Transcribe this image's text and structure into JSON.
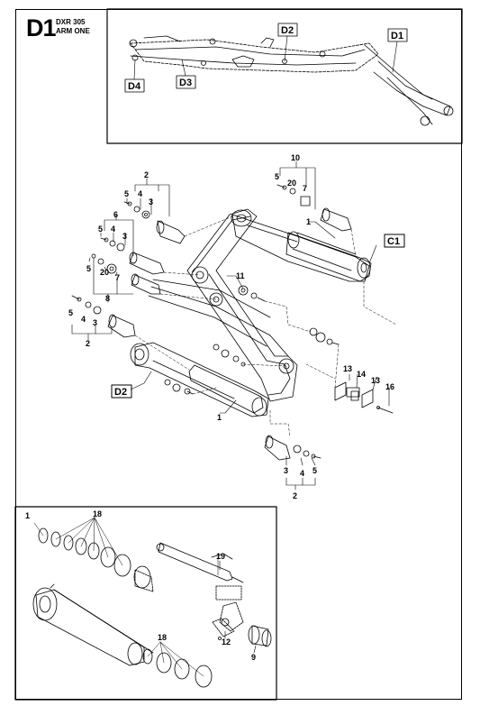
{
  "page": {
    "code": "D1",
    "model": "DXR 305",
    "section": "ARM ONE"
  },
  "overview_callouts": [
    "D1",
    "D2",
    "D3",
    "D4"
  ],
  "main_callouts": {
    "c1": "C1",
    "d2": "D2"
  },
  "main_labels": {
    "l2_top": "2",
    "l5_a": "5",
    "l4_a": "4",
    "l3_a": "3",
    "l6": "6",
    "l5_b": "5",
    "l4_b": "4",
    "l3_b": "3",
    "l5_c": "5",
    "l20_a": "20",
    "l7_a": "7",
    "l8": "8",
    "l5_d": "5",
    "l4_d": "4",
    "l3_d": "3",
    "l2_left": "2",
    "l10": "10",
    "l5_e": "5",
    "l20_b": "20",
    "l7_b": "7",
    "l1_top": "1",
    "l11": "11",
    "l13_a": "13",
    "l14": "14",
    "l13_b": "13",
    "l16": "16",
    "l1_mid": "1",
    "l3_bot": "3",
    "l4_bot": "4",
    "l5_bot": "5",
    "l2_bot": "2"
  },
  "inset_labels": {
    "l1": "1",
    "l18_top": "18",
    "l19": "19",
    "l12": "12",
    "l9": "9",
    "l18_bot": "18"
  }
}
